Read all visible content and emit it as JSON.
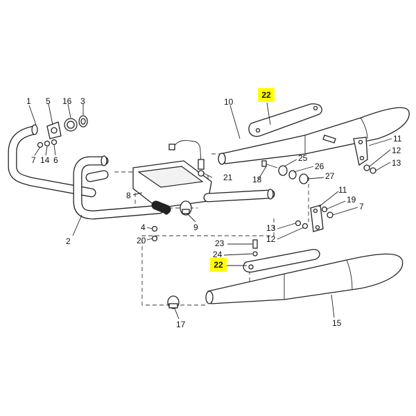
{
  "colors": {
    "highlight": "#ffff00",
    "line": "#222222"
  },
  "labels": {
    "l1": "1",
    "l2": "2",
    "l3": "3",
    "l4": "4",
    "l5": "5",
    "l6": "6",
    "l7a": "7",
    "l7b": "7",
    "l8": "8",
    "l9": "9",
    "l10": "10",
    "l11a": "11",
    "l11b": "11",
    "l12a": "12",
    "l12b": "12",
    "l13a": "13",
    "l13b": "13",
    "l14": "14",
    "l15": "15",
    "l16": "16",
    "l17": "17",
    "l18": "18",
    "l19": "19",
    "l20": "20",
    "l21": "21",
    "l22a": "22",
    "l22b": "22",
    "l23": "23",
    "l24": "24",
    "l25": "25",
    "l26": "26",
    "l27": "27"
  }
}
